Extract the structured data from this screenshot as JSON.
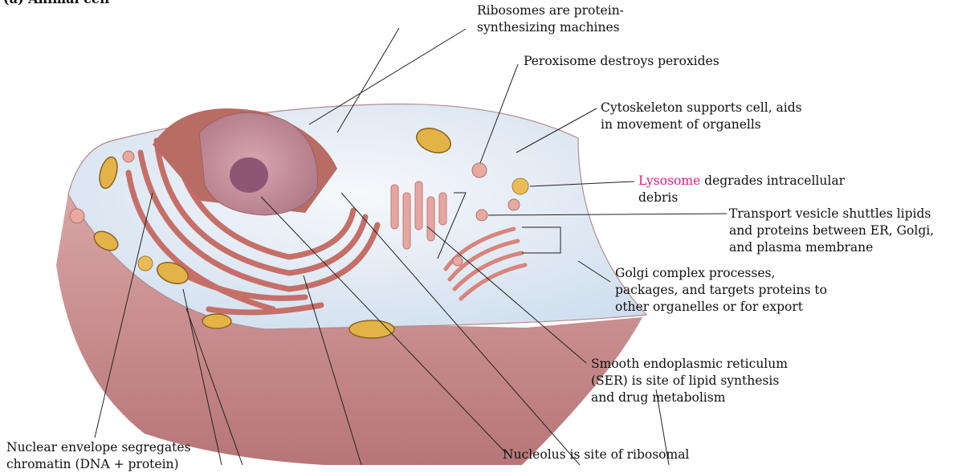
{
  "figure": {
    "heading": "(a) Animal cell"
  },
  "colors": {
    "highlight": "#e0187f",
    "membrane": "#c68f90",
    "cytoplasm": "#e6eef6",
    "organelle_pink": "#d98a80",
    "mitochondria": "#e3b348"
  },
  "labels": {
    "ribosomes": {
      "line1": "Ribosomes are protein-",
      "line2": "synthesizing machines"
    },
    "peroxisome": {
      "line1": "Peroxisome destroys peroxides"
    },
    "cytoskeleton": {
      "line1": "Cytoskeleton supports cell, aids",
      "line2": "in movement of organells"
    },
    "lysosome": {
      "term": "Lysosome",
      "line1_rest": " degrades intracellular",
      "line2": "debris"
    },
    "transport_vesicle": {
      "line1": "Transport vesicle shuttles lipids",
      "line2": "and proteins between ER, Golgi,",
      "line3": "and plasma membrane"
    },
    "golgi": {
      "line1": "Golgi complex processes,",
      "line2": "packages, and targets proteins to",
      "line3": "other organelles or for export"
    },
    "ser": {
      "line1": "Smooth endoplasmic reticulum",
      "line2": "(SER) is site of lipid synthesis",
      "line3": "and drug metabolism"
    },
    "nuclear_envelope": {
      "line1": "Nuclear envelope segregates",
      "line2": "chromatin (DNA + protein)"
    },
    "nucleolus": {
      "line1": "Nucleolus is site of ribosomal"
    }
  }
}
